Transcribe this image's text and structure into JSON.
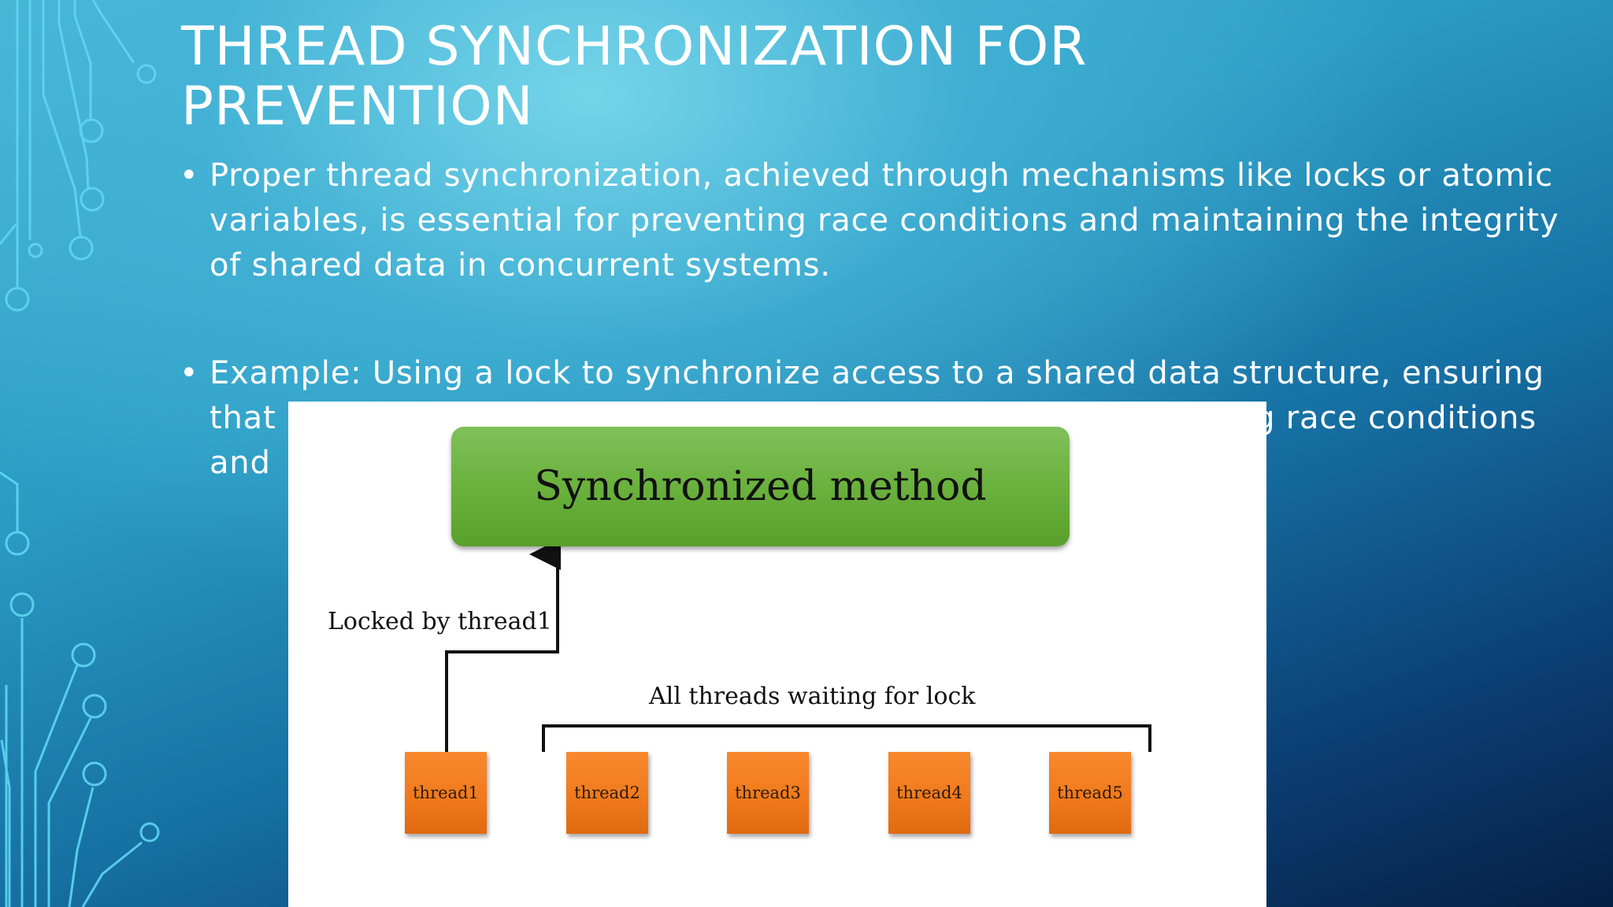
{
  "slide": {
    "title_line1": "THREAD SYNCHRONIZATION FOR",
    "title_line2": "PREVENTION",
    "bullets": [
      {
        "marker": "•",
        "text": "Proper thread synchronization, achieved through mechanisms like locks or atomic variables, is essential for preventing race conditions and maintaining the integrity of shared data in concurrent systems."
      },
      {
        "marker": "•",
        "line1": "Example:  Using a lock to synchronize access to a shared data structure, ensuring",
        "line2_start": "that ",
        "line2_end": "ng race conditions",
        "line3_start": "and "
      }
    ],
    "colors": {
      "background_top": "#49b9d6",
      "background_bottom": "#061f45",
      "circuit_lines": "#5fd6f2",
      "method_box": "#6ab13d",
      "thread_box": "#f07a1c"
    }
  },
  "diagram": {
    "method_label": "Synchronized method",
    "locked_label": "Locked by thread1",
    "waiting_label": "All threads waiting for lock",
    "threads": [
      "thread1",
      "thread2",
      "thread3",
      "thread4",
      "thread5"
    ]
  }
}
